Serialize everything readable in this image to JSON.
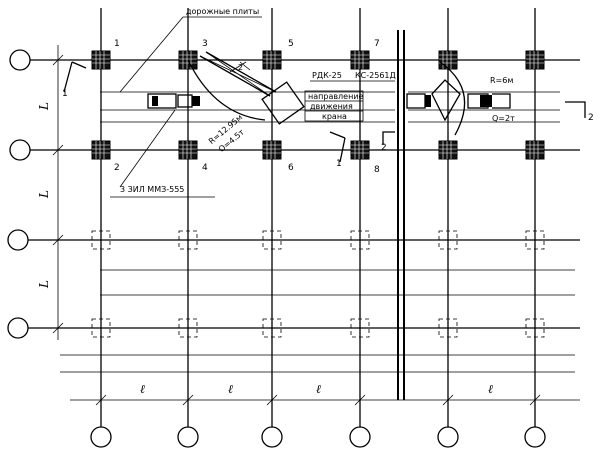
{
  "labels": {
    "road_plates": "дорожные плиты",
    "crane_rdk": "РДК-25",
    "crane_ks": "КС-2561Д",
    "direction_line1": "направление",
    "direction_line2": "движения",
    "direction_line3": "крана",
    "zil": "3 ЗИЛ ММЗ-555",
    "radius_right": "R=6м",
    "load_right": "Q=2т",
    "radius_left": "R=12.95м",
    "load_left": "Q=4.5т",
    "boom_angle": "2"
  },
  "column_numbers": [
    "1",
    "2",
    "3",
    "4",
    "5",
    "6",
    "7",
    "8"
  ],
  "section_marks": [
    "1",
    "1",
    "2",
    "2"
  ],
  "axis_labels": {
    "L_vertical": [
      "L",
      "L",
      "L"
    ],
    "l_horizontal": [
      "ℓ",
      "ℓ",
      "ℓ",
      "ℓ"
    ]
  }
}
